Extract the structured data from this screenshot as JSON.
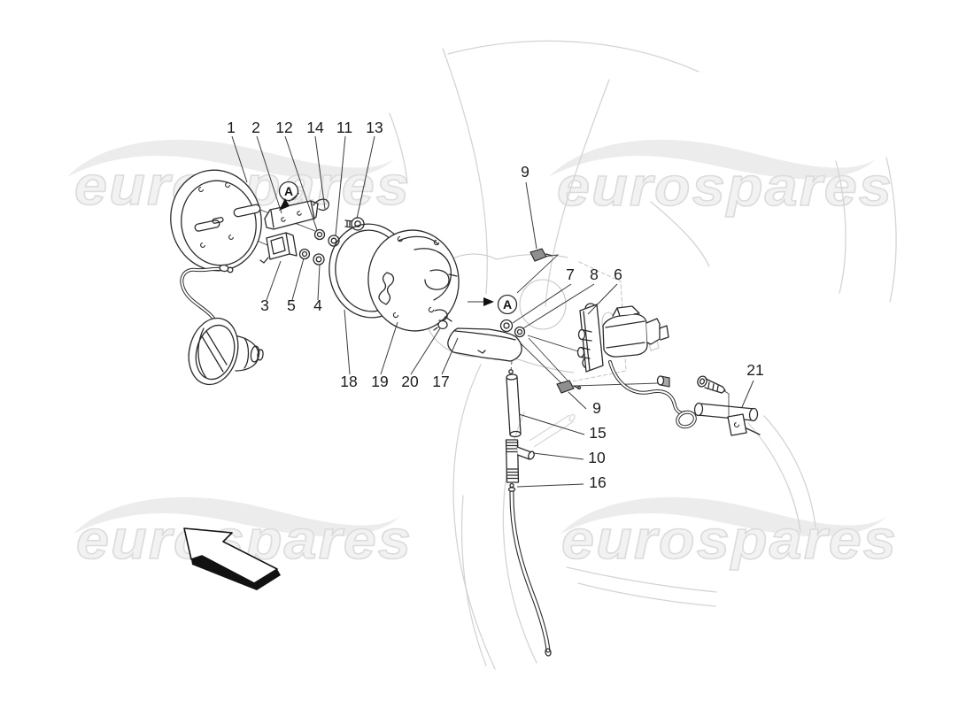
{
  "page": {
    "background": "#ffffff"
  },
  "watermark": {
    "text": "eurospares",
    "fill": "#f2f2f2",
    "outline": "#dcdcdc"
  },
  "diagram": {
    "ink_color": "#2b2b2b",
    "faint_color": "#d4d4d4",
    "view_marker_letter": "A",
    "callouts": {
      "c1": "1",
      "c2": "2",
      "c12": "12",
      "c14": "14",
      "c11": "11",
      "c13": "13",
      "c3": "3",
      "c5": "5",
      "c4": "4",
      "c18": "18",
      "c19": "19",
      "c20": "20",
      "c17": "17",
      "c9_top": "9",
      "c7": "7",
      "c8": "8",
      "c6": "6",
      "c9_side": "9",
      "c15": "15",
      "c10": "10",
      "c16": "16",
      "c21": "21"
    }
  }
}
